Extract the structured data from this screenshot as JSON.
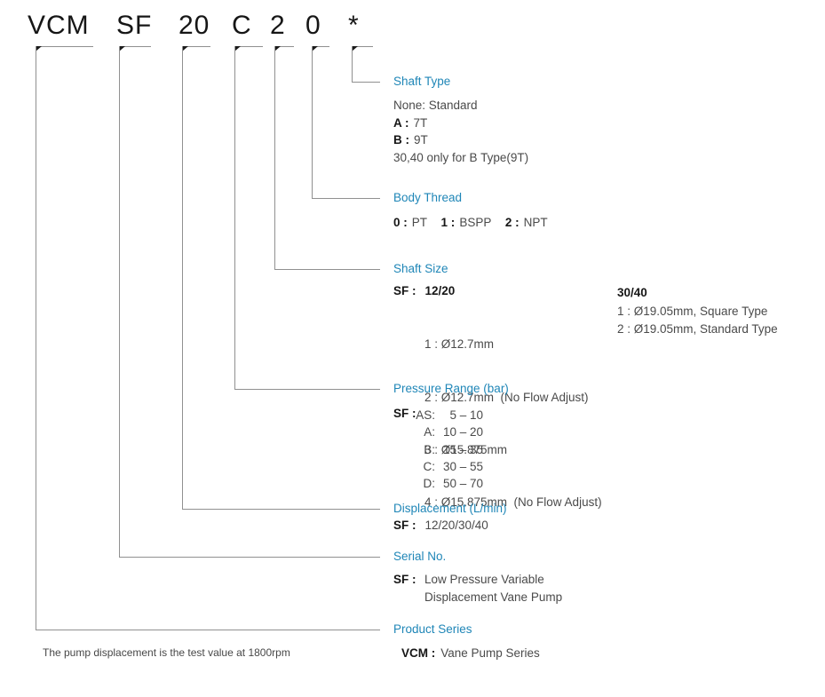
{
  "code": {
    "series": "VCM",
    "serial": "SF",
    "displacement": "20",
    "pressure": "C",
    "shaft_size": "2",
    "body_thread": "0",
    "shaft_type": "*"
  },
  "sections": {
    "shaft_type": {
      "label": "Shaft Type",
      "none_line": "None: Standard",
      "option_a_key": "A :",
      "option_a_value": "7T",
      "option_b_key": "B :",
      "option_b_value": "9T",
      "restriction": "30,40 only for B Type(9T)"
    },
    "body_thread": {
      "label": "Body Thread",
      "options": [
        {
          "key": "0 :",
          "value": "PT"
        },
        {
          "key": "1 :",
          "value": "BSPP"
        },
        {
          "key": "2 :",
          "value": "NPT"
        }
      ]
    },
    "shaft_size": {
      "label": "Shaft Size",
      "left": {
        "prefix": "SF :",
        "header": "12/20",
        "items": [
          "1 : Ø12.7mm",
          "2 : Ø12.7mm  (No Flow Adjust)",
          "3 : Ø15.875mm",
          "4 : Ø15.875mm  (No Flow Adjust)"
        ]
      },
      "right": {
        "header": "30/40",
        "items": [
          "1 : Ø19.05mm, Square Type",
          "2 : Ø19.05mm, Standard Type"
        ]
      }
    },
    "pressure_range": {
      "label": "Pressure Range (bar)",
      "prefix": "SF :",
      "rows": [
        {
          "key": "AS:",
          "value": "5 – 10"
        },
        {
          "key": "A:",
          "value": "10 – 20"
        },
        {
          "key": "B:",
          "value": "15 – 35"
        },
        {
          "key": "C:",
          "value": "30 – 55"
        },
        {
          "key": "D:",
          "value": "50 – 70"
        }
      ]
    },
    "displacement": {
      "label": "Displacement (L/min)",
      "prefix": "SF :",
      "value": "12/20/30/40"
    },
    "serial_no": {
      "label": "Serial No.",
      "prefix": "SF :",
      "value_line1": "Low Pressure Variable",
      "value_line2": "Displacement Vane Pump"
    },
    "product_series": {
      "label": "Product Series",
      "prefix": "VCM :",
      "value": "Vane Pump Series"
    }
  },
  "footnote": "The pump displacement is the test value at 1800rpm",
  "colors": {
    "accent_blue": "#1f86b7",
    "text_dark": "#161616",
    "text_body": "#4a4a4a",
    "line_gray": "#909090"
  }
}
